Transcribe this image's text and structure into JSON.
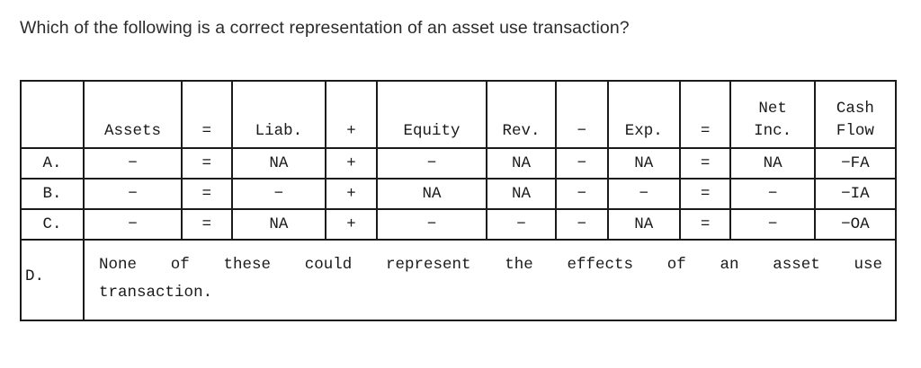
{
  "question": "Which of the following is a correct representation of an asset use transaction?",
  "table": {
    "headers": {
      "row_label": "",
      "assets": "Assets",
      "equals_1": "=",
      "liabilities": "Liab.",
      "plus": "+",
      "equity": "Equity",
      "revenue": "Rev.",
      "minus": "−",
      "expenses": "Exp.",
      "equals_2": "=",
      "net_income_line1": "Net",
      "net_income_line2": "Inc.",
      "cash_flow_line1": "Cash",
      "cash_flow_line2": "Flow"
    },
    "rows": [
      {
        "label": "A.",
        "assets": "−",
        "equals_1": "=",
        "liabilities": "NA",
        "plus": "+",
        "equity": "−",
        "revenue": "NA",
        "minus": "−",
        "expenses": "NA",
        "equals_2": "=",
        "net_income": "NA",
        "cash_flow": "−FA"
      },
      {
        "label": "B.",
        "assets": "−",
        "equals_1": "=",
        "liabilities": "−",
        "plus": "+",
        "equity": "NA",
        "revenue": "NA",
        "minus": "−",
        "expenses": "−",
        "equals_2": "=",
        "net_income": "−",
        "cash_flow": "−IA"
      },
      {
        "label": "C.",
        "assets": "−",
        "equals_1": "=",
        "liabilities": "NA",
        "plus": "+",
        "equity": "−",
        "revenue": "−",
        "minus": "−",
        "expenses": "NA",
        "equals_2": "=",
        "net_income": "−",
        "cash_flow": "−OA"
      }
    ],
    "final_option": {
      "label": "D.",
      "text_line1": "None of these could represent the effects of an asset use",
      "text_line2": "transaction."
    }
  },
  "colors": {
    "text": "#1a1a1a",
    "question_text": "#2b2b2b",
    "border": "#1a1a1a",
    "background": "#ffffff"
  }
}
